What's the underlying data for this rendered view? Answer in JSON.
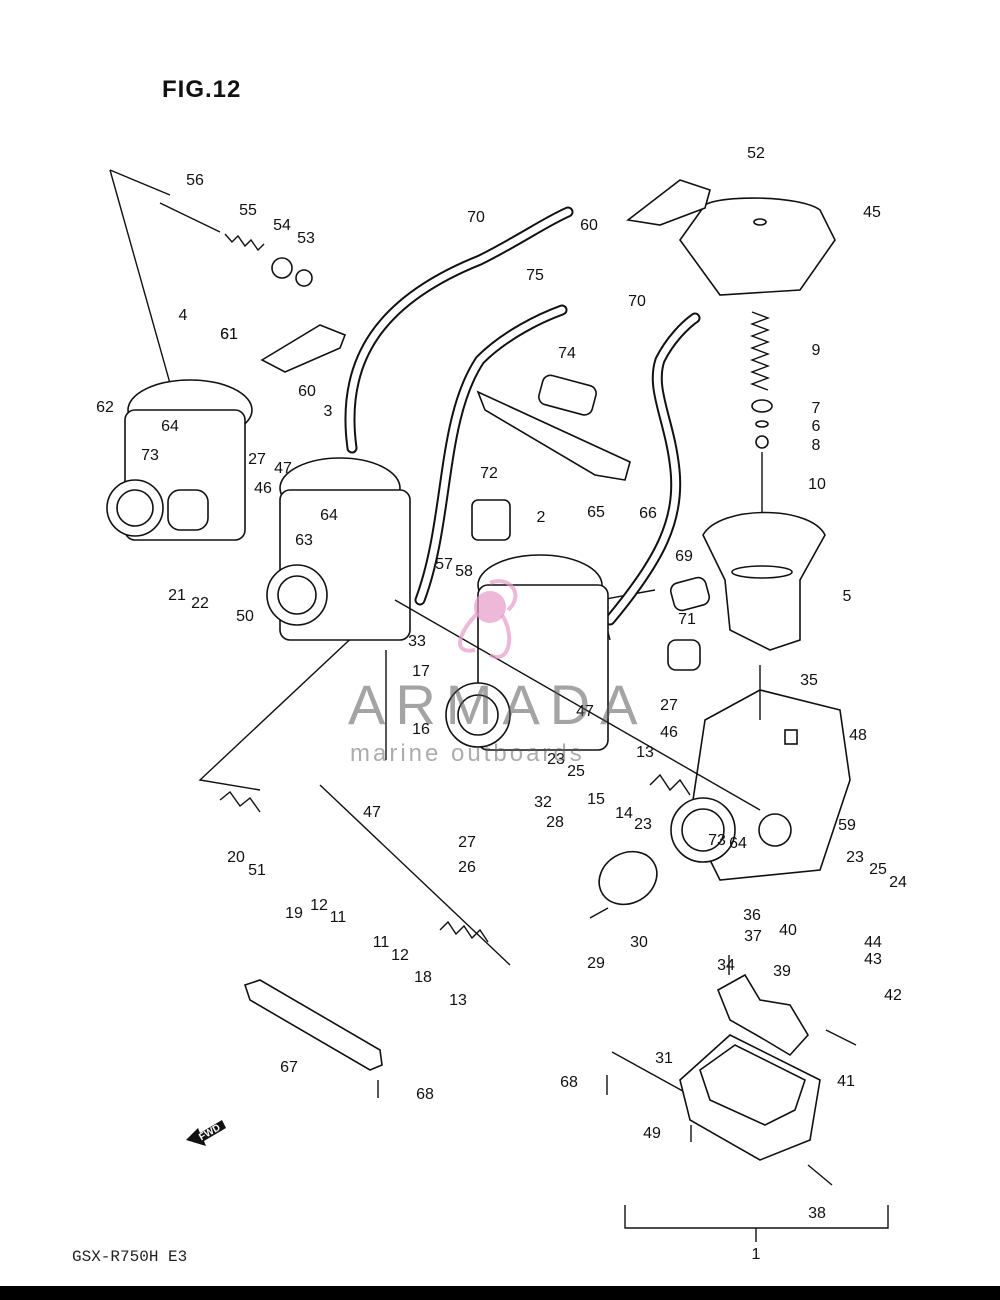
{
  "figure_title": "FIG.12",
  "model_code": "GSX-R750H E3",
  "watermark": {
    "brand": "ARMADA",
    "tagline": "marine outboards",
    "accent_color": "#e79ac8"
  },
  "fwd_label": "FWD",
  "callouts": [
    "56",
    "55",
    "54",
    "53",
    "4",
    "61",
    "60",
    "62",
    "64",
    "73",
    "27",
    "47",
    "46",
    "3",
    "21",
    "22",
    "63",
    "64",
    "50",
    "70",
    "75",
    "74",
    "65",
    "66",
    "72",
    "2",
    "57",
    "58",
    "33",
    "17",
    "16",
    "61",
    "60",
    "52",
    "45",
    "9",
    "7",
    "6",
    "8",
    "10",
    "5",
    "69",
    "71",
    "35",
    "48",
    "27",
    "46",
    "47",
    "23",
    "25",
    "15",
    "14",
    "13",
    "23",
    "32",
    "28",
    "73",
    "64",
    "59",
    "20",
    "51",
    "47",
    "19",
    "12",
    "11",
    "27",
    "26",
    "11",
    "12",
    "18",
    "13",
    "30",
    "29",
    "36",
    "37",
    "40",
    "44",
    "43",
    "34",
    "39",
    "42",
    "23",
    "25",
    "24",
    "41",
    "31",
    "68",
    "49",
    "38",
    "67",
    "68",
    "70",
    "1"
  ]
}
